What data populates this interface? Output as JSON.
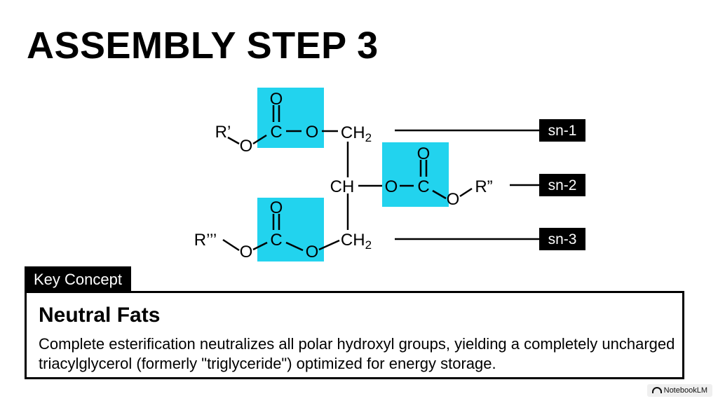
{
  "title": "ASSEMBLY STEP 3",
  "molecule": {
    "atom_O": "O",
    "atom_C": "C",
    "atom_CH": "CH",
    "atom_CH2": "CH",
    "subscript_2": "2",
    "r_sn1": "R’",
    "r_sn2": "R”",
    "r_sn3": "R’’’",
    "highlight_color": "#22d3ee"
  },
  "labels": {
    "sn1": "sn-1",
    "sn2": "sn-2",
    "sn3": "sn-3"
  },
  "key_concept": {
    "tab": "Key Concept",
    "heading": "Neutral Fats",
    "body": "Complete esterification neutralizes all polar hydroxyl groups, yielding a completely uncharged triacylglycerol (formerly \"triglyceride\") optimized for energy storage."
  },
  "watermark": "NotebookLM"
}
